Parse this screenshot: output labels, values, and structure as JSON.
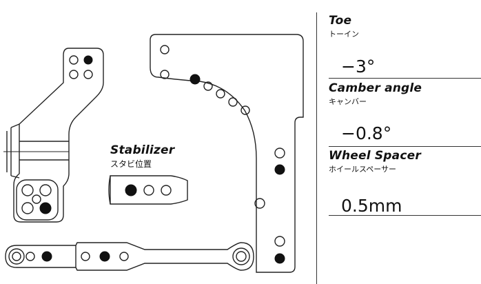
{
  "stabilizer": {
    "title": "Stabilizer",
    "subtitle": "スタビ位置"
  },
  "settings": [
    {
      "title": "Toe",
      "subtitle": "トーイン",
      "value": "−3°"
    },
    {
      "title": "Camber angle",
      "subtitle": "キャンバー",
      "value": "−0.8°"
    },
    {
      "title": "Wheel Spacer",
      "subtitle": "ホイールスペーサー",
      "value": "0.5mm"
    }
  ],
  "colors": {
    "line": "#222222",
    "fill": "#111111",
    "background": "#ffffff"
  }
}
